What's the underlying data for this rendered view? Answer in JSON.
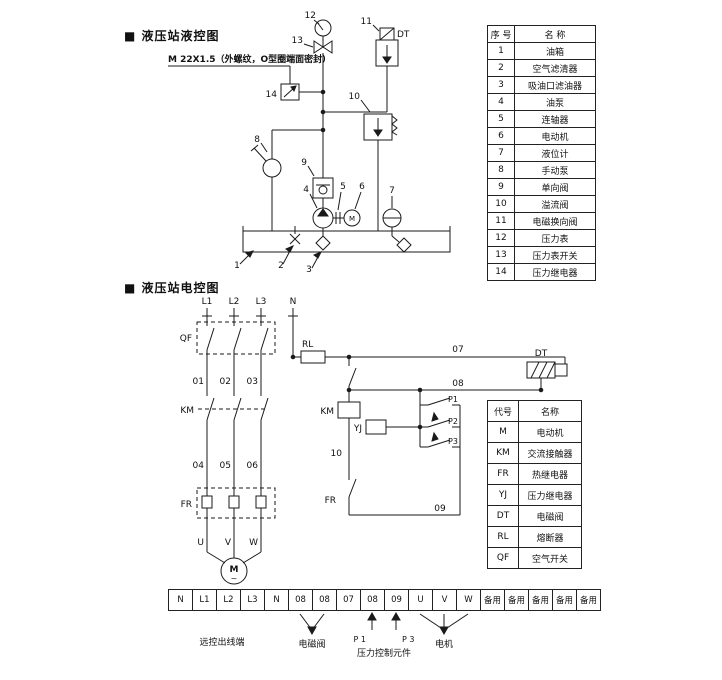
{
  "titles": {
    "hydraulic": "■ 液压站液控图",
    "electrical": "■ 液压站电控图"
  },
  "hydraulic": {
    "thread_note": "M 22X1.5（外螺纹，O型圈端面密封）",
    "dt_label": "DT",
    "motor_letter": "M",
    "callouts": [
      "1",
      "2",
      "3",
      "4",
      "5",
      "6",
      "7",
      "8",
      "9",
      "10",
      "11",
      "12",
      "13",
      "14"
    ]
  },
  "parts_table": {
    "headers": [
      "序 号",
      "名  称"
    ],
    "rows": [
      [
        "1",
        "油箱"
      ],
      [
        "2",
        "空气滤清器"
      ],
      [
        "3",
        "吸油口滤油器"
      ],
      [
        "4",
        "油泵"
      ],
      [
        "5",
        "连轴器"
      ],
      [
        "6",
        "电动机"
      ],
      [
        "7",
        "液位计"
      ],
      [
        "8",
        "手动泵"
      ],
      [
        "9",
        "单向阀"
      ],
      [
        "10",
        "溢流阀"
      ],
      [
        "11",
        "电磁换向阀"
      ],
      [
        "12",
        "压力表"
      ],
      [
        "13",
        "压力表开关"
      ],
      [
        "14",
        "压力继电器"
      ]
    ]
  },
  "electrical": {
    "phases": [
      "L1",
      "L2",
      "L3"
    ],
    "neutral": "N",
    "breaker": "QF",
    "contactor": "KM",
    "thermal": "FR",
    "fuse": "RL",
    "solenoid": "DT",
    "pressure_relay": "YJ",
    "wires": [
      "01",
      "02",
      "03",
      "04",
      "05",
      "06",
      "07",
      "08",
      "09",
      "10"
    ],
    "pressure_contacts": [
      "P1",
      "P2",
      "P3"
    ],
    "motor_terminals": [
      "U",
      "V",
      "W"
    ],
    "motor_letter": "M",
    "motor_wave": "~"
  },
  "legend_table": {
    "headers": [
      "代号",
      "名称"
    ],
    "rows": [
      [
        "M",
        "电动机"
      ],
      [
        "KM",
        "交流接触器"
      ],
      [
        "FR",
        "热继电器"
      ],
      [
        "YJ",
        "压力继电器"
      ],
      [
        "DT",
        "电磁阀"
      ],
      [
        "RL",
        "熔断器"
      ],
      [
        "QF",
        "空气开关"
      ]
    ]
  },
  "terminal_strip": {
    "cells": [
      "N",
      "L1",
      "L2",
      "L3",
      "N",
      "08",
      "08",
      "07",
      "08",
      "09",
      "U",
      "V",
      "W",
      "备用",
      "备用",
      "备用",
      "备用",
      "备用"
    ]
  },
  "bottom_labels": {
    "remote": "远控出线端",
    "solenoid": "电磁阀",
    "p1": "P 1",
    "p3": "P 3",
    "pressure": "压力控制元件",
    "motor": "电机"
  }
}
